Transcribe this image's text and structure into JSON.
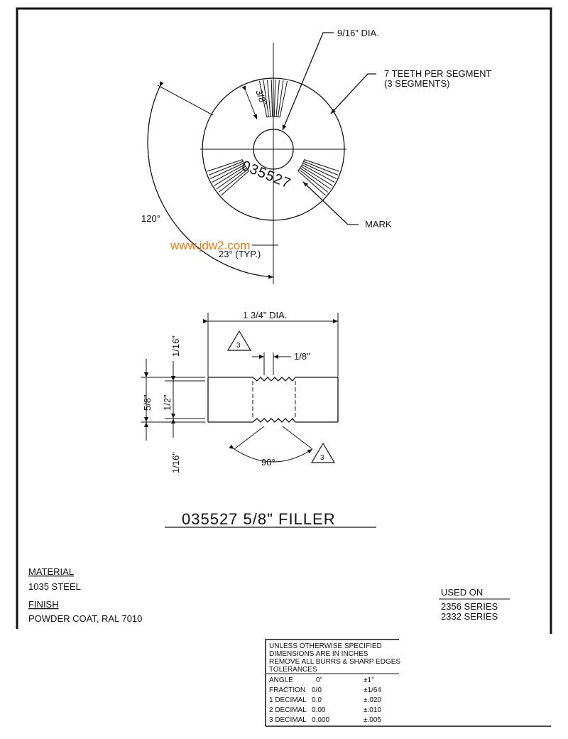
{
  "callouts": {
    "bore_dia": "9/16\" DIA.",
    "teeth_line1": "7 TEETH PER SEGMENT",
    "teeth_line2": "(3 SEGMENTS)",
    "tooth_depth": "3/8\"",
    "angle_120": "120°",
    "angle_23": "23° (TYP.)",
    "mark": "MARK",
    "part_stamp": "035527"
  },
  "watermark": "www.jdw2.com",
  "side_view": {
    "outer_dia": "1 3/4\" DIA.",
    "tooth_width": "1/8\"",
    "dim_top": "1/16\"",
    "dim_overall": "5/8\"",
    "dim_inner": "1/2\"",
    "dim_bottom": "1/16\"",
    "angle_90": "90°",
    "note_flag_1": "3",
    "note_flag_2": "3"
  },
  "title": "035527 5/8\" FILLER",
  "material": {
    "heading": "MATERIAL",
    "value": "1035 STEEL"
  },
  "finish": {
    "heading": "FINISH",
    "value": "POWDER COAT, RAL 7010"
  },
  "used_on": {
    "heading": "USED ON",
    "items": [
      "2356 SERIES",
      "2332 SERIES"
    ]
  },
  "tolerance_block": {
    "header": [
      "UNLESS OTHERWISE SPECIFIED",
      "DIMENSIONS ARE IN INCHES",
      "REMOVE ALL BURRS & SHARP EDGES",
      "TOLERANCES"
    ],
    "rows": [
      {
        "label": "ANGLE",
        "format": "0°",
        "tol": "±1°"
      },
      {
        "label": "FRACTION",
        "format": "0/0",
        "tol": "±1/64"
      },
      {
        "label": "1 DECIMAL",
        "format": "0.0",
        "tol": "±.020"
      },
      {
        "label": "2 DECIMAL",
        "format": "0.00",
        "tol": "±.010"
      },
      {
        "label": "3 DECIMAL",
        "format": "0.000",
        "tol": "±.005"
      }
    ]
  },
  "colors": {
    "line": "#111111",
    "watermark": "#f07a10"
  }
}
